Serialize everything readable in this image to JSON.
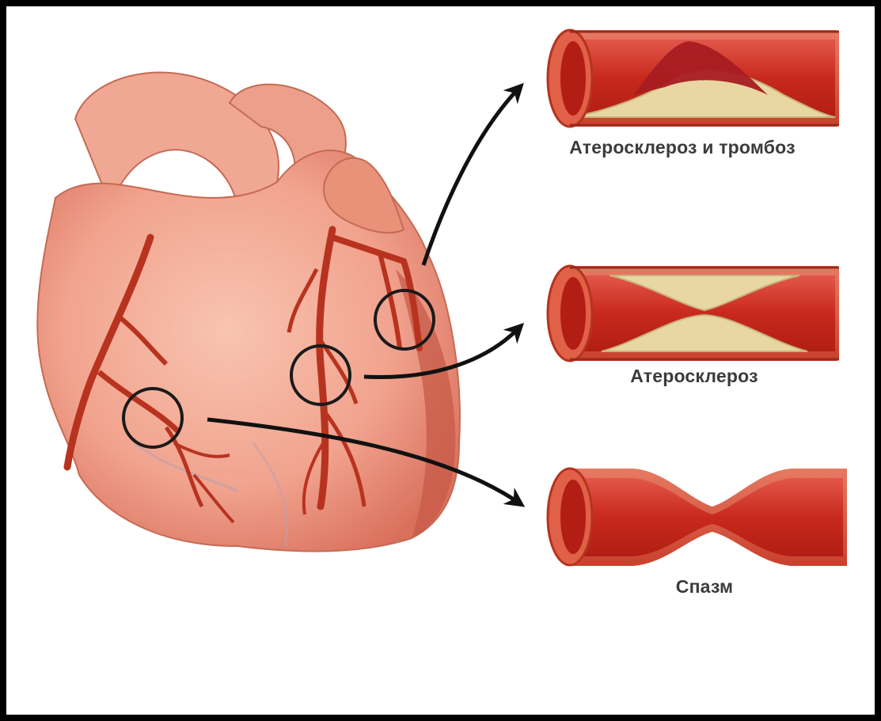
{
  "diagram": {
    "labels": {
      "atherosclerosis_thrombosis": "Атеросклероз и тромбоз",
      "atherosclerosis": "Атеросклероз",
      "spasm": "Спазм"
    },
    "colors": {
      "frame_border": "#000000",
      "background": "#ffffff",
      "heart_tissue": "#f1a38e",
      "heart_shadow": "#d9705d",
      "artery": "#b8331f",
      "vessel_wall": "#d6402c",
      "vessel_lumen": "#c8291c",
      "plaque": "#e8d6a3",
      "thrombus": "#a81c22",
      "arrow": "#111111",
      "label_text": "#3b3b3b"
    }
  }
}
